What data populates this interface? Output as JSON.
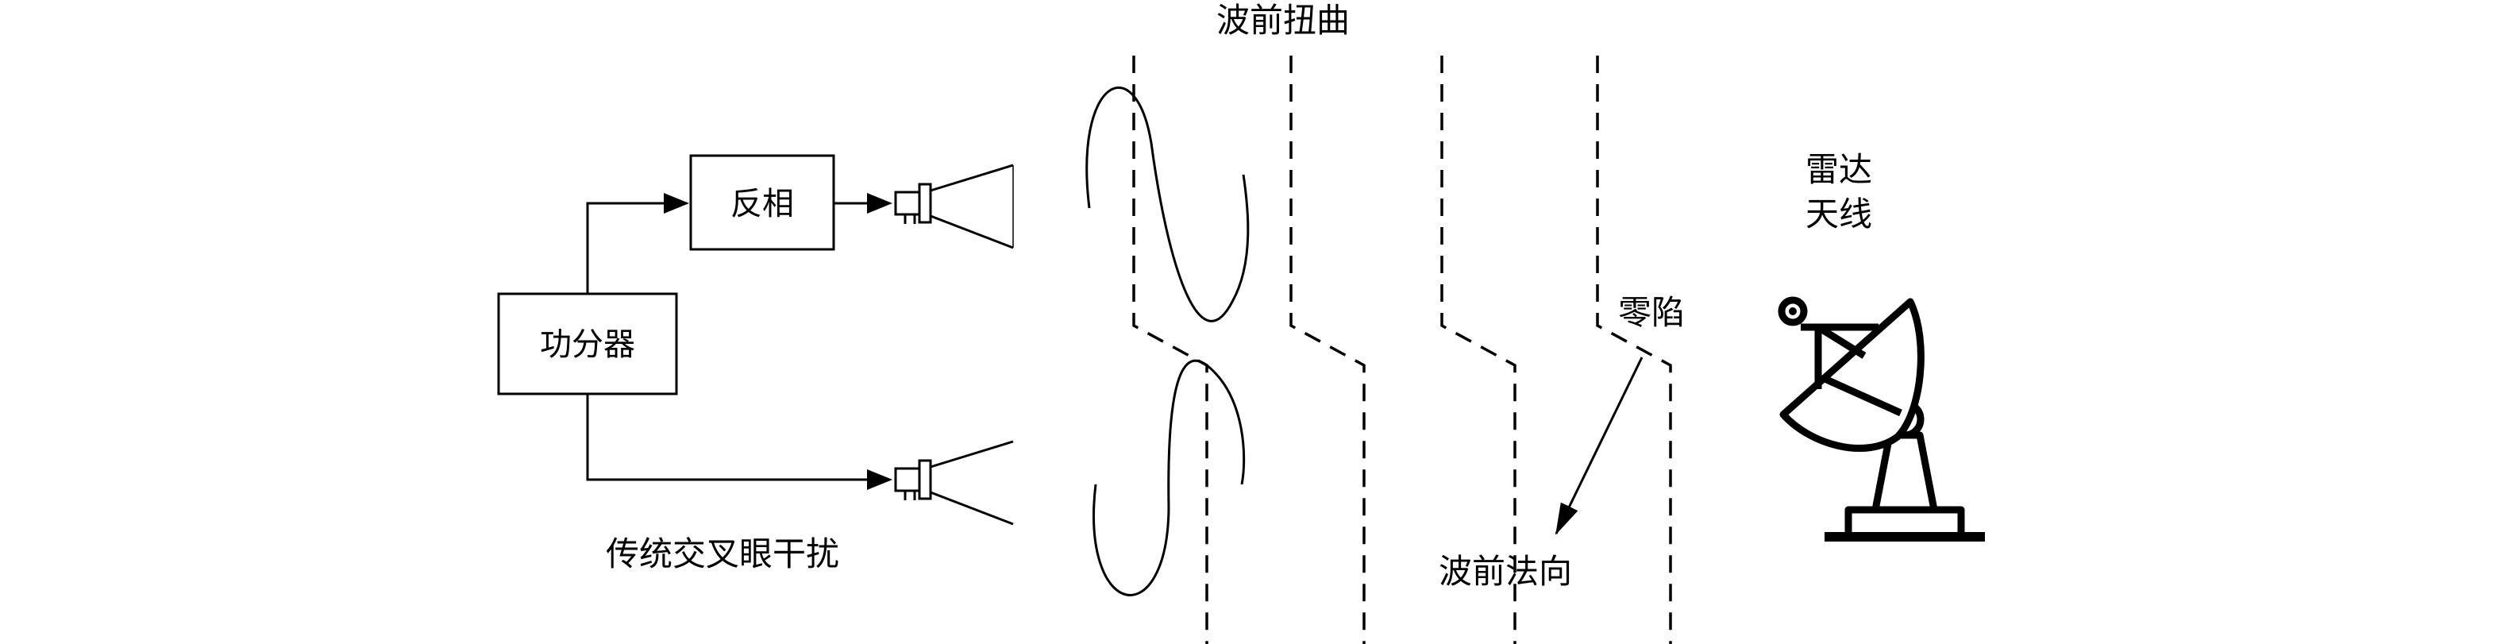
{
  "labels": {
    "power_divider": "功分器",
    "phase_inverter": "反相",
    "traditional_cross_eye": "传统交叉眼干扰",
    "wavefront_distortion": "波前扭曲",
    "null": "零陷",
    "wavefront_normal": "波前法向",
    "radar_antenna_line1": "雷达",
    "radar_antenna_line2": "天线"
  },
  "icons": {
    "upper_horn": "horn-antenna-icon",
    "lower_horn": "horn-antenna-icon",
    "radar": "radar-dish-icon"
  }
}
